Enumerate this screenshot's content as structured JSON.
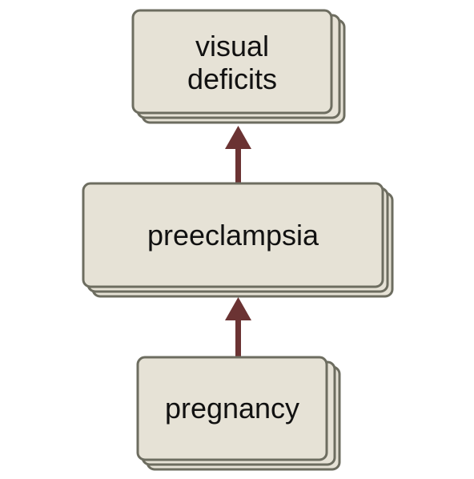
{
  "diagram": {
    "nodes": [
      {
        "id": "visual-deficits",
        "lines": [
          "visual",
          "deficits"
        ]
      },
      {
        "id": "preeclampsia",
        "lines": [
          "preeclampsia"
        ]
      },
      {
        "id": "pregnancy",
        "lines": [
          "pregnancy"
        ]
      }
    ],
    "edges": [
      {
        "from": "pregnancy",
        "to": "preeclampsia"
      },
      {
        "from": "preeclampsia",
        "to": "visual-deficits"
      }
    ],
    "colors": {
      "box_fill": "#e6e2d6",
      "box_stroke": "#6d6d60",
      "arrow": "#6b3333",
      "text": "#111111"
    }
  }
}
